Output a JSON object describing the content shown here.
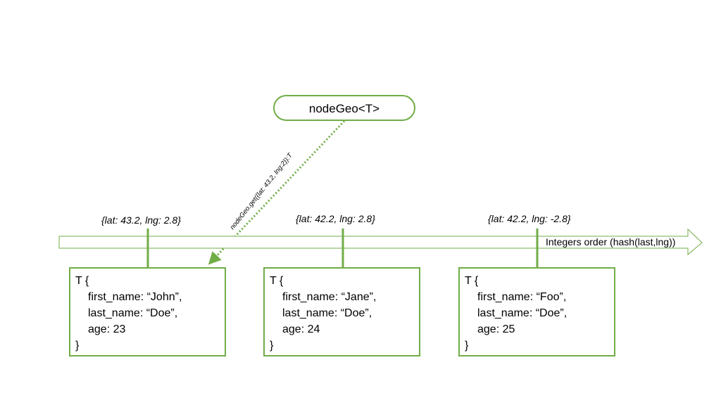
{
  "colors": {
    "green": "#70AD47"
  },
  "root_node": {
    "label": "nodeGeo<T>"
  },
  "call": {
    "label": "nodeGeo.get({lat: 43.2, lng:2}):T"
  },
  "axis": {
    "label": "Integers order (hash(last,lng))"
  },
  "records": [
    {
      "coord": "{lat: 43.2, lng: 2.8}",
      "lines": [
        "T {",
        "first_name: “John”,",
        "last_name: “Doe”,",
        "age: 23",
        "}"
      ]
    },
    {
      "coord": "{lat: 42.2, lng: 2.8}",
      "lines": [
        "T {",
        "first_name: “Jane”,",
        "last_name: “Doe”,",
        "age: 24",
        "}"
      ]
    },
    {
      "coord": "{lat: 42.2, lng: -2.8}",
      "lines": [
        "T {",
        "first_name: “Foo”,",
        "last_name: “Doe”,",
        "age: 25",
        "}"
      ]
    }
  ]
}
